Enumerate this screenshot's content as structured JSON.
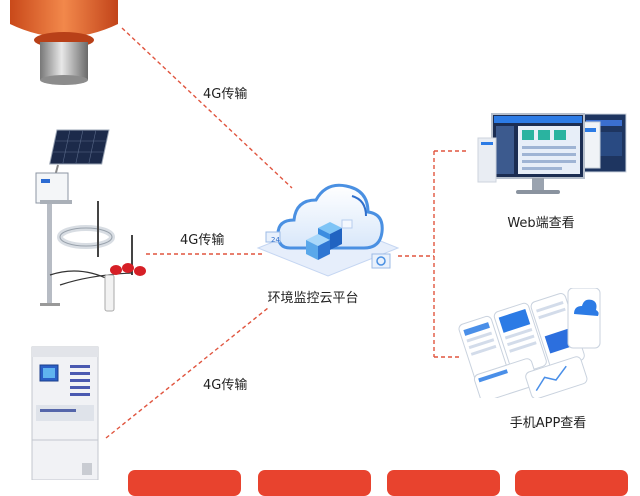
{
  "links": {
    "buoy": "4G传输",
    "weather_station": "4G传输",
    "cabinet": "4G传输"
  },
  "cloud": {
    "label": "环境监控云平台",
    "block_text": "24"
  },
  "clients": {
    "web": "Web端查看",
    "app": "手机APP查看"
  },
  "colors": {
    "link_line": "#e0553f",
    "cloud_blue": "#4a90e2",
    "tab_red": "#e8432e"
  }
}
